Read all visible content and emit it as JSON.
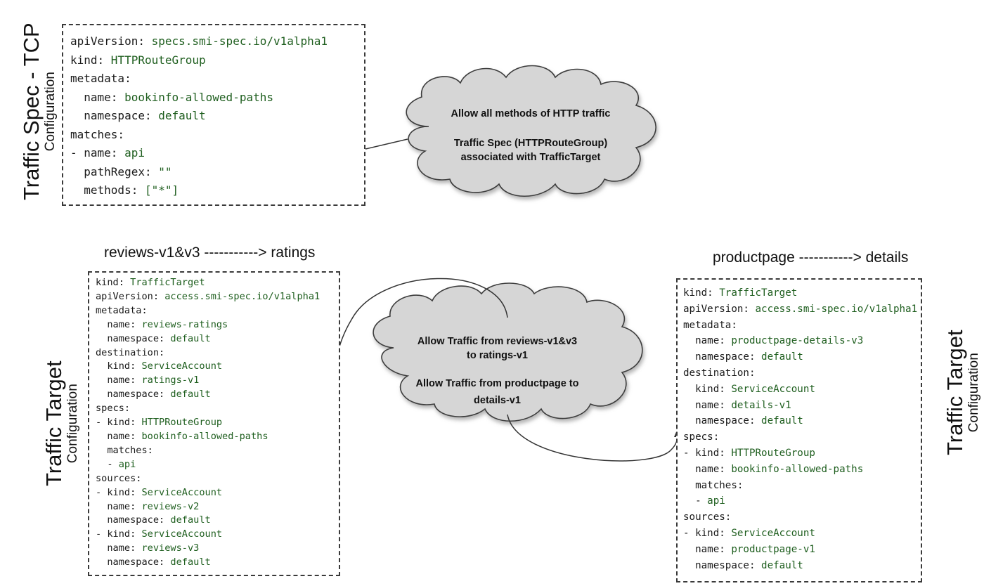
{
  "spec_label": {
    "title": "Traffic Spec - TCP",
    "subtitle": "Configuration"
  },
  "spec_box": [
    {
      "key": "apiVersion: ",
      "val": "specs.smi-spec.io/v1alpha1"
    },
    {
      "key": "kind: ",
      "val": "HTTPRouteGroup"
    },
    {
      "key": "metadata:",
      "val": ""
    },
    {
      "key": "  name: ",
      "val": "bookinfo-allowed-paths"
    },
    {
      "key": "  namespace: ",
      "val": "default"
    },
    {
      "key": "matches:",
      "val": ""
    },
    {
      "key": "- name: ",
      "val": "api"
    },
    {
      "key": "  pathRegex: ",
      "val": "\"\""
    },
    {
      "key": "  methods: ",
      "val": "[\"*\"]"
    }
  ],
  "cloud_top": {
    "line1": "Allow all methods of HTTP traffic",
    "line2": "Traffic Spec (HTTPRouteGroup)",
    "line3": "associated with TrafficTarget"
  },
  "left_heading": "reviews-v1&v3 -----------> ratings",
  "right_heading": "productpage -----------> details",
  "left_label": {
    "title": "Traffic Target",
    "subtitle": "Configuration"
  },
  "right_label": {
    "title": "Traffic Target",
    "subtitle": "Configuration"
  },
  "left_box": [
    {
      "key": "kind: ",
      "val": "TrafficTarget"
    },
    {
      "key": "apiVersion: ",
      "val": "access.smi-spec.io/v1alpha1"
    },
    {
      "key": "metadata:",
      "val": ""
    },
    {
      "key": "  name: ",
      "val": "reviews-ratings"
    },
    {
      "key": "  namespace: ",
      "val": "default"
    },
    {
      "key": "destination:",
      "val": ""
    },
    {
      "key": "  kind: ",
      "val": "ServiceAccount"
    },
    {
      "key": "  name: ",
      "val": "ratings-v1"
    },
    {
      "key": "  namespace: ",
      "val": "default"
    },
    {
      "key": "specs:",
      "val": ""
    },
    {
      "key": "- kind: ",
      "val": "HTTPRouteGroup"
    },
    {
      "key": "  name: ",
      "val": "bookinfo-allowed-paths"
    },
    {
      "key": "  matches:",
      "val": ""
    },
    {
      "key": "  - ",
      "val": "api"
    },
    {
      "key": "sources:",
      "val": ""
    },
    {
      "key": "- kind: ",
      "val": "ServiceAccount"
    },
    {
      "key": "  name: ",
      "val": "reviews-v2"
    },
    {
      "key": "  namespace: ",
      "val": "default"
    },
    {
      "key": "- kind: ",
      "val": "ServiceAccount"
    },
    {
      "key": "  name: ",
      "val": "reviews-v3"
    },
    {
      "key": "  namespace: ",
      "val": "default"
    }
  ],
  "right_box": [
    {
      "key": "kind: ",
      "val": "TrafficTarget"
    },
    {
      "key": "apiVersion: ",
      "val": "access.smi-spec.io/v1alpha1"
    },
    {
      "key": "metadata:",
      "val": ""
    },
    {
      "key": "  name: ",
      "val": "productpage-details-v3"
    },
    {
      "key": "  namespace: ",
      "val": "default"
    },
    {
      "key": "destination:",
      "val": ""
    },
    {
      "key": "  kind: ",
      "val": "ServiceAccount"
    },
    {
      "key": "  name: ",
      "val": "details-v1"
    },
    {
      "key": "  namespace: ",
      "val": "default"
    },
    {
      "key": "specs:",
      "val": ""
    },
    {
      "key": "- kind: ",
      "val": "HTTPRouteGroup"
    },
    {
      "key": "  name: ",
      "val": "bookinfo-allowed-paths"
    },
    {
      "key": "  matches:",
      "val": ""
    },
    {
      "key": "  - ",
      "val": "api"
    },
    {
      "key": "sources:",
      "val": ""
    },
    {
      "key": "- kind: ",
      "val": "ServiceAccount"
    },
    {
      "key": "  name: ",
      "val": "productpage-v1"
    },
    {
      "key": "  namespace: ",
      "val": "default"
    }
  ],
  "cloud_mid": {
    "line1": "Allow Traffic from reviews-v1&v3",
    "line2": "to ratings-v1",
    "line3": "Allow Traffic from productpage to",
    "line4": "details-v1"
  }
}
